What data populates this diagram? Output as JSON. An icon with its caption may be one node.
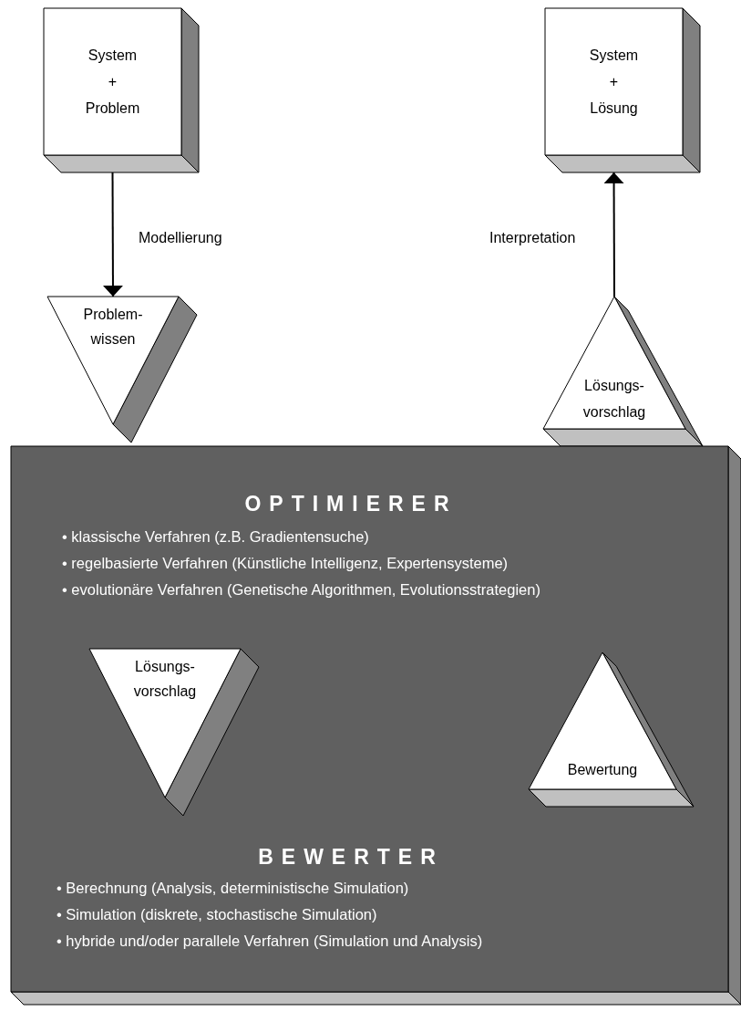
{
  "diagram": {
    "nodes": [
      {
        "text": [
          "System + Problem"
        ]
      },
      {
        "text": [
          "System + Lösung"
        ]
      },
      {
        "text": [
          "Problem- wissen"
        ]
      },
      {
        "text": [
          "Lösungs- vorschlag"
        ]
      },
      {
        "text": [
          "OPTIMIERER",
          "• klassische Verfahren (z.B. Gradientensuche)",
          "• regelbasierte Verfahren (Künstliche Intelligenz, Expertensysteme)",
          "• evolutionäre Verfahren (Genetische Algorithmen, Evolutionsstrategien)",
          "BEWERTER",
          "• Berechnung (Analysis, deterministische Simulation)",
          "• Simulation (diskrete, stochastische Simulation)",
          "• hybride und/oder parallele Verfahren (Simulation und Analysis)"
        ]
      },
      {
        "text": [
          "Lösungs- vorschlag"
        ],
        "in": 4
      },
      {
        "text": [
          "Bewertung"
        ],
        "in": 4
      }
    ],
    "edges": [
      {
        "from": 0,
        "to": 2,
        "arrow": "to",
        "label": "Modellierung"
      },
      {
        "from": 3,
        "to": 1,
        "arrow": "to",
        "label": "Interpretation"
      }
    ]
  }
}
